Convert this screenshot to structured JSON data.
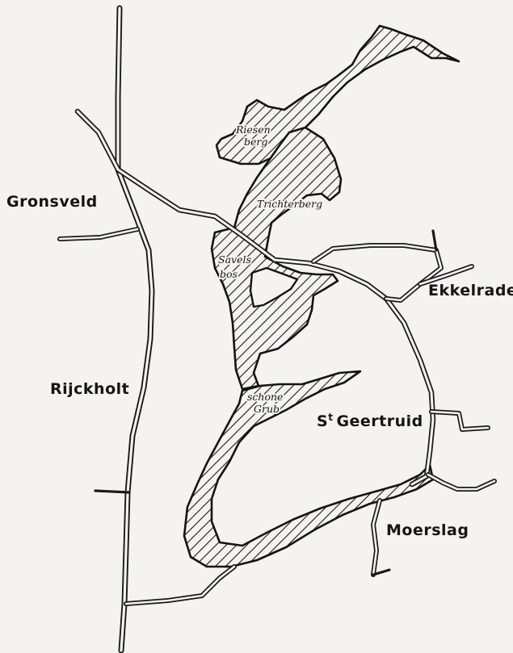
{
  "towns": {
    "gronsveld": "Gronsveld",
    "ekkelrade": "Ekkelrade",
    "rijckholt": "Rijckholt",
    "geertruid_prefix": "S",
    "geertruid_sup": "t",
    "geertruid_name": "Geertruid",
    "moerslag": "Moerslag"
  },
  "forests": {
    "riesenberg_1": "Riesen",
    "riesenberg_2": "berg",
    "trichterberg": "Trichterberg",
    "savelsbos_1": "Savels",
    "savelsbos_2": "bos",
    "schone_grub_1": "schone",
    "schone_grub_2": "Grub"
  },
  "colors": {
    "ink": "#1a1a1a",
    "paper": "#f4f3ef"
  }
}
